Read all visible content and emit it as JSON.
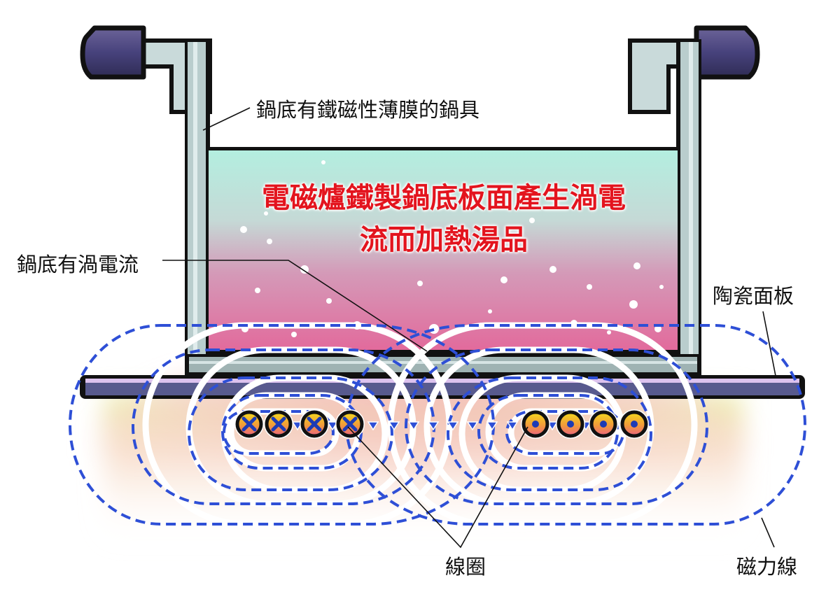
{
  "diagram": {
    "title_line1": "電磁爐鐵製鍋底板面產生渦電",
    "title_line2": "流而加熱湯品",
    "labels": {
      "pot": "鍋底有鐵磁性薄膜的鍋具",
      "eddy_current": "鍋底有渦電流",
      "ceramic_panel": "陶瓷面板",
      "coil": "線圈",
      "magnetic_lines": "磁力線"
    },
    "coil_symbols": {
      "left": [
        "x",
        "x",
        "x",
        "x"
      ],
      "right": [
        "dot",
        "dot",
        "dot",
        "dot"
      ]
    },
    "colors": {
      "title_red": "#e3141e",
      "field_line_blue": "#2e4fd6",
      "handle_knob": "#4a4584",
      "pot_wall": "#b9cdcd",
      "liquid_top": "#b3efe0",
      "liquid_bottom": "#e3679a",
      "panel_purple": "#585a8e",
      "panel_highlight": "#dcc2ee",
      "coil_gradient_top": "#f4e21a",
      "coil_gradient_bottom": "#e95b8c"
    }
  }
}
